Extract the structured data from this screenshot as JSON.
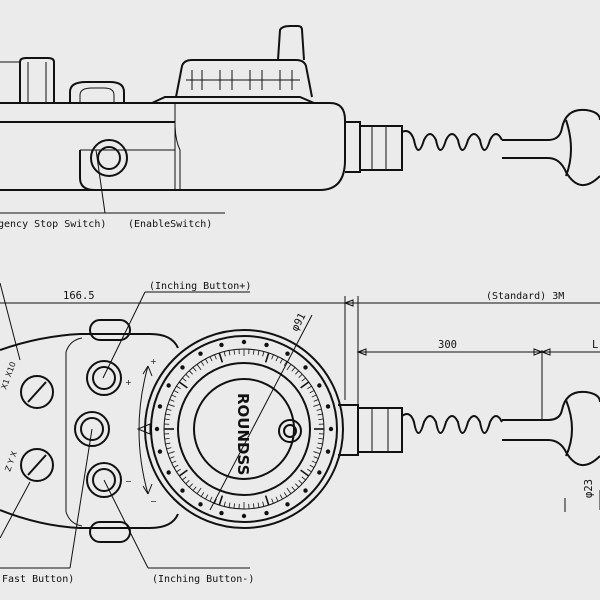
{
  "labels": {
    "emergency_stop": "gency Stop Switch)",
    "enable_switch": "(EnableSwitch)",
    "inching_plus": "(Inching Button+)",
    "inching_minus": "(Inching Button-)",
    "fast_button": "Fast Button)"
  },
  "dimensions": {
    "width_166": "166.5",
    "diameter_91": "φ91",
    "cable_standard": "(Standard) 3M",
    "cable_300": "300",
    "cable_l": "L",
    "diameter_23": "φ23"
  },
  "brand": "ROUNDSS",
  "marks": {
    "plus": "+",
    "minus": "−"
  }
}
